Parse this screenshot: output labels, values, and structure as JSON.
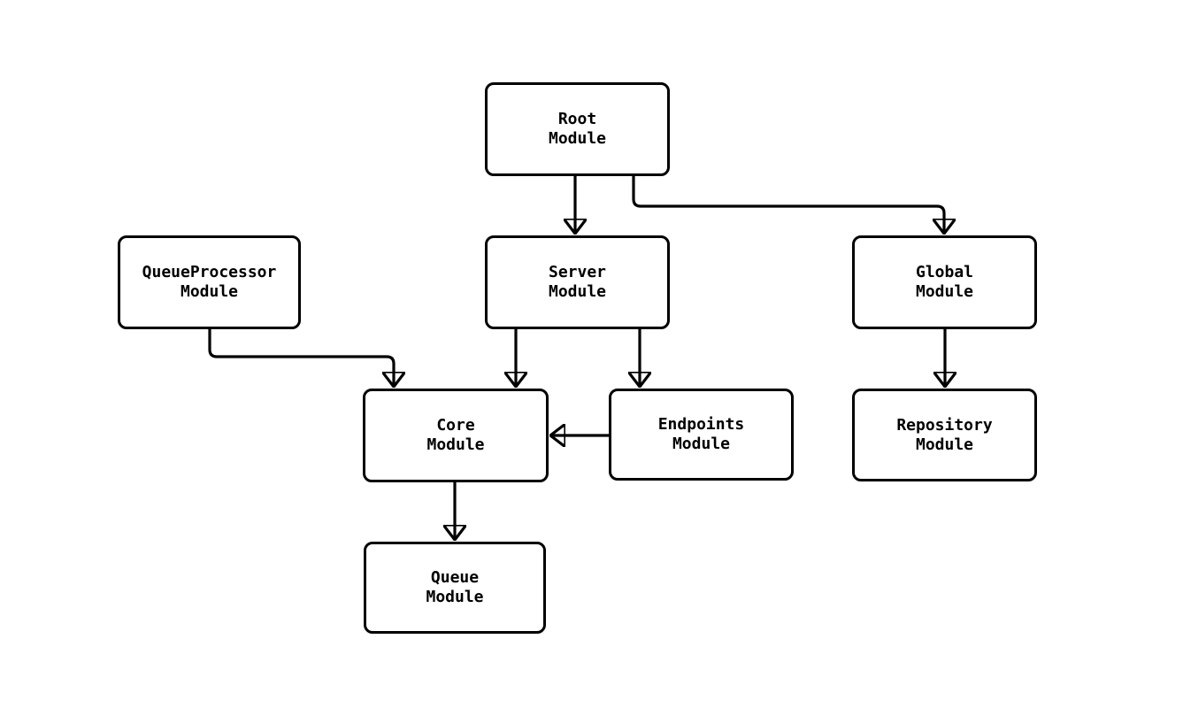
{
  "diagram": {
    "type": "module-dependency-graph",
    "nodes": [
      {
        "id": "root-module",
        "label": "Root\nModule"
      },
      {
        "id": "queueprocessor-module",
        "label": "QueueProcessor\nModule"
      },
      {
        "id": "server-module",
        "label": "Server\nModule"
      },
      {
        "id": "global-module",
        "label": "Global\nModule"
      },
      {
        "id": "core-module",
        "label": "Core\nModule"
      },
      {
        "id": "endpoints-module",
        "label": "Endpoints\nModule"
      },
      {
        "id": "repository-module",
        "label": "Repository\nModule"
      },
      {
        "id": "queue-module",
        "label": "Queue\nModule"
      }
    ],
    "edges": [
      {
        "from": "Root Module",
        "to": "Server Module"
      },
      {
        "from": "Root Module",
        "to": "Global Module"
      },
      {
        "from": "QueueProcessor Module",
        "to": "Core Module"
      },
      {
        "from": "Server Module",
        "to": "Core Module"
      },
      {
        "from": "Server Module",
        "to": "Endpoints Module"
      },
      {
        "from": "Endpoints Module",
        "to": "Core Module"
      },
      {
        "from": "Global Module",
        "to": "Repository Module"
      },
      {
        "from": "Core Module",
        "to": "Queue Module"
      }
    ],
    "colors": {
      "background": "#ffffff",
      "node_fill": "#ffffff",
      "node_border": "#000000",
      "edge": "#000000",
      "text": "#000000"
    }
  }
}
